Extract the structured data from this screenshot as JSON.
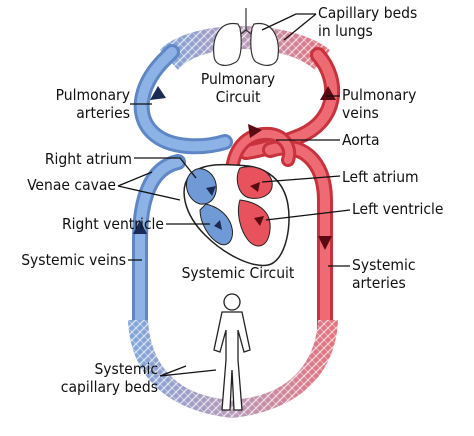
{
  "labels": {
    "capillary_beds_lungs": [
      "Capillary beds",
      "in lungs"
    ],
    "pulmonary_arteries": [
      "Pulmonary",
      "arteries"
    ],
    "pulmonary_circuit": [
      "Pulmonary",
      "Circuit"
    ],
    "pulmonary_veins": [
      "Pulmonary",
      "veins"
    ],
    "aorta": "Aorta",
    "right_atrium": "Right atrium",
    "venae_cavae": "Venae cavae",
    "left_atrium": "Left atrium",
    "right_ventricle": "Right ventricle",
    "left_ventricle": "Left ventricle",
    "systemic_veins": "Systemic veins",
    "systemic_circuit": "Systemic Circuit",
    "systemic_arteries": [
      "Systemic",
      "arteries"
    ],
    "systemic_capillary_beds": [
      "Systemic",
      "capillary beds"
    ]
  },
  "colors": {
    "oxygenated": "#e8525c",
    "deoxygenated": "#6f9ad6",
    "capillary_mix": "#b78aa6",
    "outline": "#222222"
  }
}
